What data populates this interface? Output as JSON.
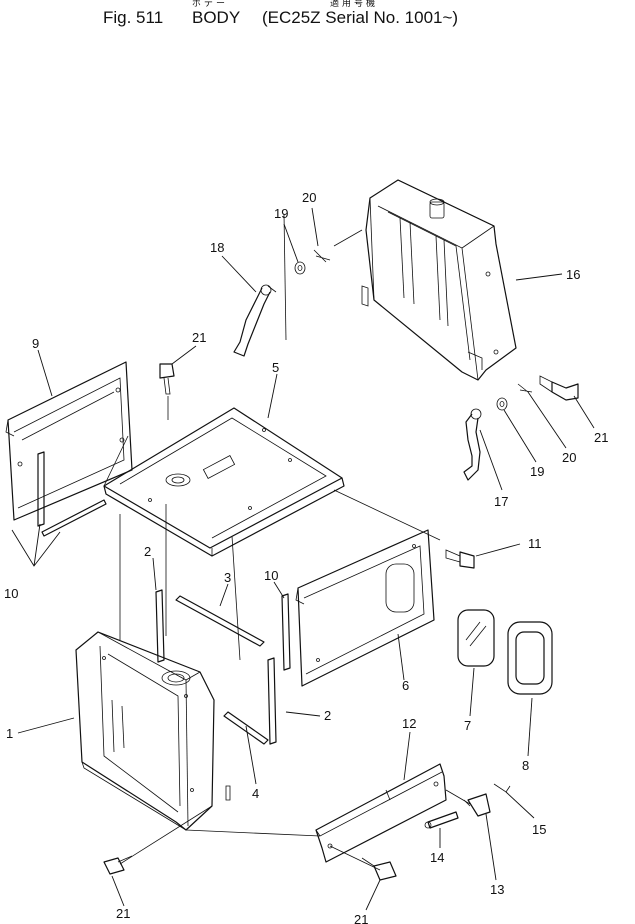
{
  "header": {
    "fig": "Fig. 511",
    "title": "BODY",
    "title_jp": "ボデー",
    "serial": "(EC25Z Serial No. 1001~)",
    "serial_jp": "適用号機"
  },
  "callouts": [
    {
      "id": "c1",
      "label": "1"
    },
    {
      "id": "c2a",
      "label": "2"
    },
    {
      "id": "c2b",
      "label": "2"
    },
    {
      "id": "c3",
      "label": "3"
    },
    {
      "id": "c4",
      "label": "4"
    },
    {
      "id": "c5",
      "label": "5"
    },
    {
      "id": "c6",
      "label": "6"
    },
    {
      "id": "c7",
      "label": "7"
    },
    {
      "id": "c8",
      "label": "8"
    },
    {
      "id": "c9",
      "label": "9"
    },
    {
      "id": "c10a",
      "label": "10"
    },
    {
      "id": "c10b",
      "label": "10"
    },
    {
      "id": "c11",
      "label": "11"
    },
    {
      "id": "c12",
      "label": "12"
    },
    {
      "id": "c13",
      "label": "13"
    },
    {
      "id": "c14",
      "label": "14"
    },
    {
      "id": "c15",
      "label": "15"
    },
    {
      "id": "c16",
      "label": "16"
    },
    {
      "id": "c17",
      "label": "17"
    },
    {
      "id": "c18",
      "label": "18"
    },
    {
      "id": "c19a",
      "label": "19"
    },
    {
      "id": "c19b",
      "label": "19"
    },
    {
      "id": "c20a",
      "label": "20"
    },
    {
      "id": "c20b",
      "label": "20"
    },
    {
      "id": "c21a",
      "label": "21"
    },
    {
      "id": "c21b",
      "label": "21"
    },
    {
      "id": "c21c",
      "label": "21"
    },
    {
      "id": "c21d",
      "label": "21"
    }
  ]
}
